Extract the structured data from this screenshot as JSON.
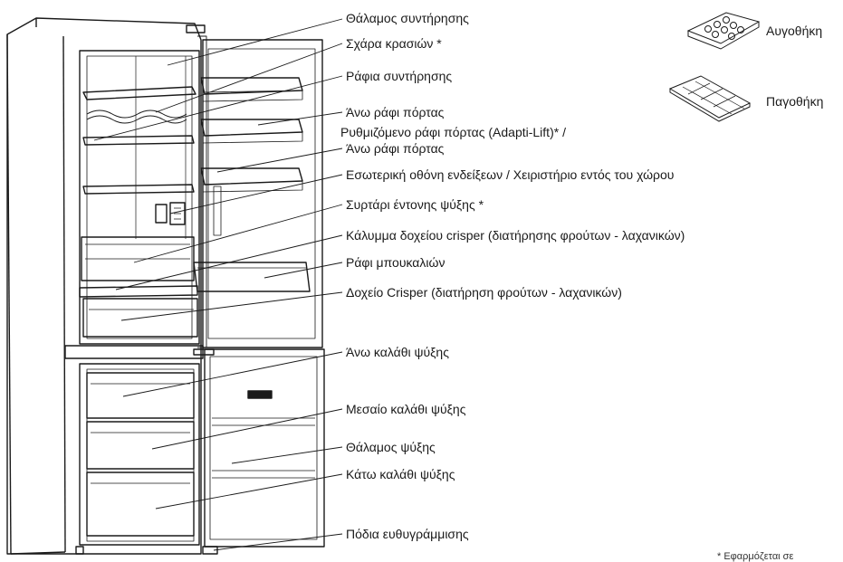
{
  "labels": [
    "Θάλαμος συντήρησης",
    "Σχάρα κρασιών *",
    "Ράφια συντήρησης",
    "Άνω ράφι πόρτας",
    "Ρυθμιζόμενο ράφι πόρτας (Adapti-Lift)* /",
    "Άνω ράφι πόρτας",
    "Εσωτερική οθόνη ενδείξεων / Χειριστήριο εντός του χώρου",
    "Συρτάρι έντονης ψύξης *",
    "Κάλυμμα δοχείου crisper (διατήρησης φρούτων - λαχανικών)",
    "Ράφι μπουκαλιών",
    "Δοχείο Crisper (διατήρηση φρούτων - λαχανικών)",
    "Άνω καλάθι ψύξης",
    "Μεσαίο καλάθι ψύξης",
    "Θάλαμος ψύξης",
    "Κάτω καλάθι ψύξης",
    "Πόδια ευθυγράμμισης"
  ],
  "accessories": {
    "egg_tray": "Αυγοθήκη",
    "ice_tray": "Παγοθήκη"
  },
  "footnote": "* Εφαρμόζεται σε",
  "colors": {
    "line": "#1a1a1a",
    "text": "#1a1a1a",
    "background": "#ffffff"
  }
}
